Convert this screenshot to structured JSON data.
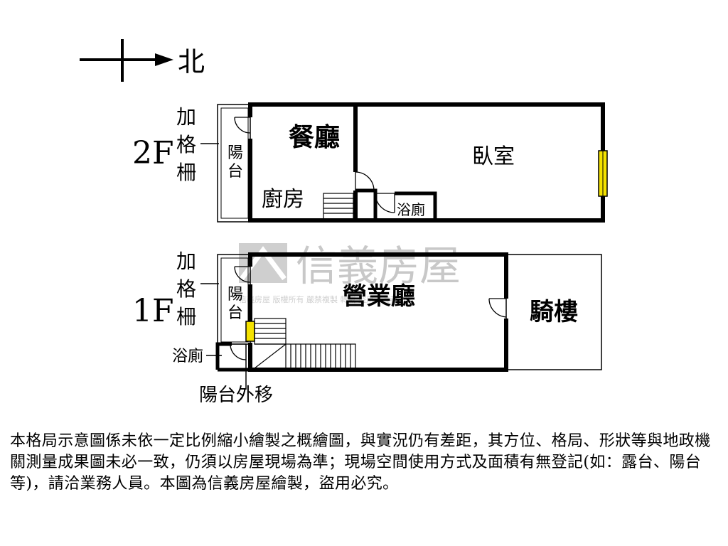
{
  "compass": {
    "north_label": "北"
  },
  "floors": {
    "second": {
      "floor_label": "2F",
      "grille_label": [
        "加",
        "格",
        "柵"
      ],
      "balcony": [
        "陽",
        "台"
      ],
      "dining": "餐廳",
      "bedroom": "臥室",
      "kitchen": "廚房",
      "bath": "浴廁"
    },
    "first": {
      "floor_label": "1F",
      "grille_label": [
        "加",
        "格",
        "柵"
      ],
      "balcony": [
        "陽",
        "台"
      ],
      "business_hall": "營業廳",
      "arcade": "騎樓",
      "bath": "浴廁",
      "balcony_moved": "陽台外移"
    }
  },
  "watermark": {
    "brand": "信義房屋",
    "small_text": "信義房屋 版權所有 嚴禁複製 轉載 盜用，違者必究"
  },
  "disclaimer": "本格局示意圖係未依一定比例縮小繪製之概繪圖，與實況仍有差距，其方位、格局、形狀等與地政機關測量成果圖未必一致，仍須以房屋現場為準；現場空間使用方式及面積有無登記(如：露台、陽台等)，請洽業務人員。本圖為信義房屋繪製，盜用必究。"
}
